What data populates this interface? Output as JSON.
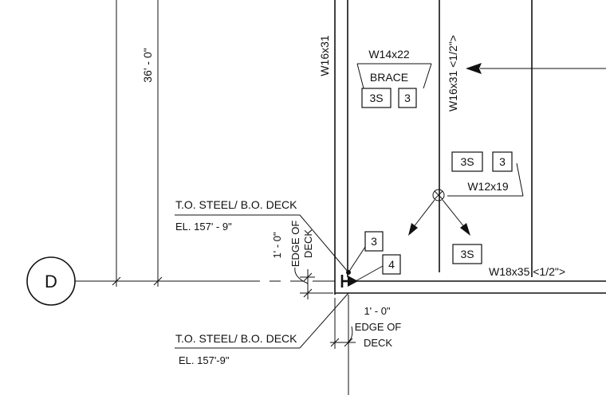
{
  "grid": {
    "bubble_label": "D"
  },
  "dimensions": {
    "vertical": "36' - 0\"",
    "edge_left_dim": "1' - 0\"",
    "edge_left_line1": "EDGE OF",
    "edge_left_line2": "DECK",
    "edge_bottom_dim": "1' - 0\"",
    "edge_bottom_line1": "EDGE OF",
    "edge_bottom_line2": "DECK"
  },
  "levels": {
    "upper": {
      "title": "T.O. STEEL/ B.O. DECK",
      "elevation": "EL. 157' - 9\""
    },
    "lower": {
      "title": "T.O. STEEL/ B.O. DECK",
      "elevation": "EL. 157'-9\""
    }
  },
  "members": {
    "col_left": "W16x31",
    "col_right": "W16x31  <1/2\">",
    "brace_beam": "W14x22",
    "brace_word": "BRACE",
    "beam_mid": "W12x19",
    "beam_bottom": "W18x35  <1/2\">"
  },
  "tags": {
    "brace_s": "3S",
    "brace_n": "3",
    "mid_s": "3S",
    "mid_n": "3",
    "low_s": "3S",
    "callout_a": "3",
    "callout_b": "4"
  }
}
